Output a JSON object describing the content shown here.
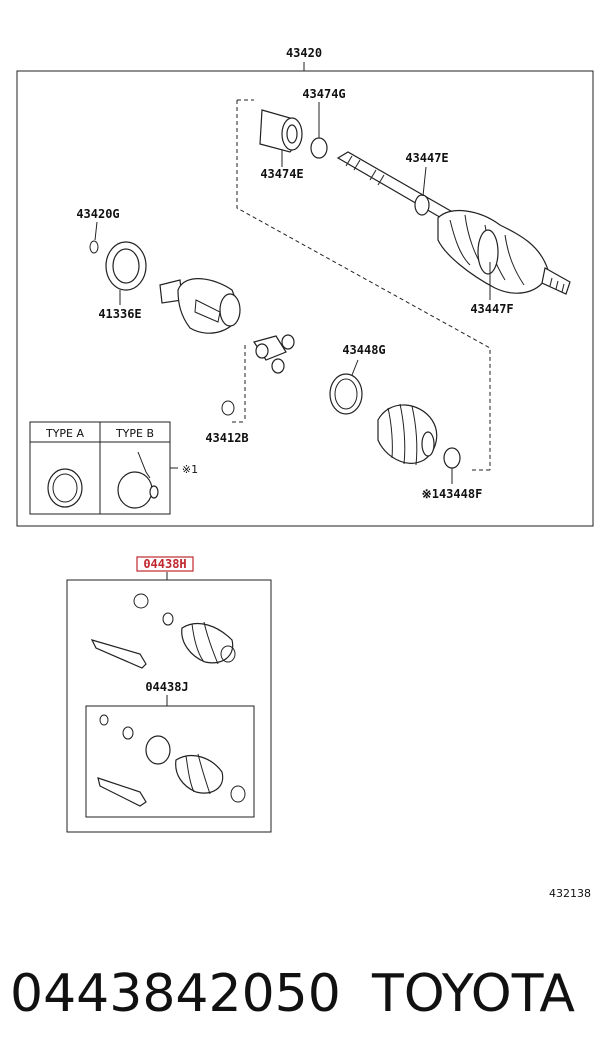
{
  "diagram": {
    "main_assembly_label": "43420",
    "labels": {
      "p43474g": "43474G",
      "p43474e": "43474E",
      "p43447e": "43447E",
      "p43447f": "43447F",
      "p43420g": "43420G",
      "p41336e": "41336E",
      "p43448g": "43448G",
      "p43412b": "43412B",
      "p43448f": "※143448F"
    },
    "type_box": {
      "type_a": "TYPE A",
      "type_b": "TYPE B",
      "note": "※1"
    },
    "kit_label": "04438H",
    "sub_kit_label": "04438J",
    "figure_id": "432138"
  },
  "footer": {
    "part_number": "0443842050",
    "brand": "TOYOTA"
  },
  "colors": {
    "highlight": "#c0282d",
    "line": "#222222"
  }
}
